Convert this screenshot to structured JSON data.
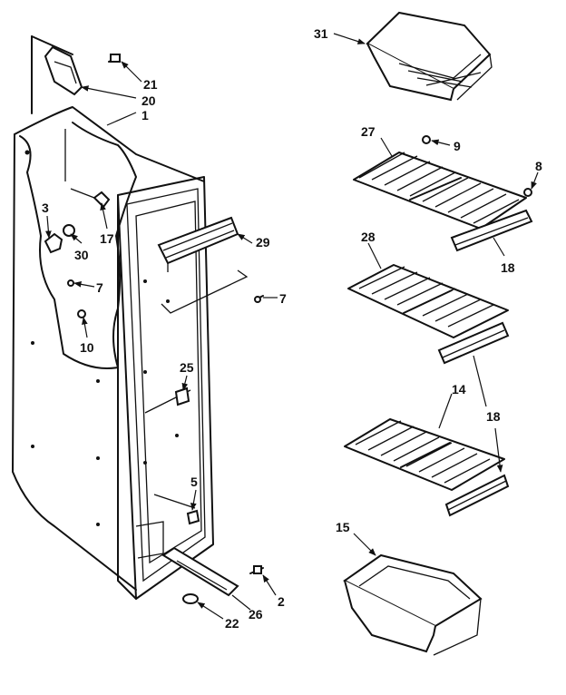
{
  "callouts": {
    "c31": "31",
    "c21": "21",
    "c20": "20",
    "c1": "1",
    "c27": "27",
    "c9": "9",
    "c8": "8",
    "c18a": "18",
    "c3": "3",
    "c17": "17",
    "c30": "30",
    "c29": "29",
    "c28": "28",
    "c7a": "7",
    "c7b": "7",
    "c10": "10",
    "c25": "25",
    "c14": "14",
    "c18b": "18",
    "c5": "5",
    "c15": "15",
    "c2": "2",
    "c26": "26",
    "c22": "22"
  }
}
